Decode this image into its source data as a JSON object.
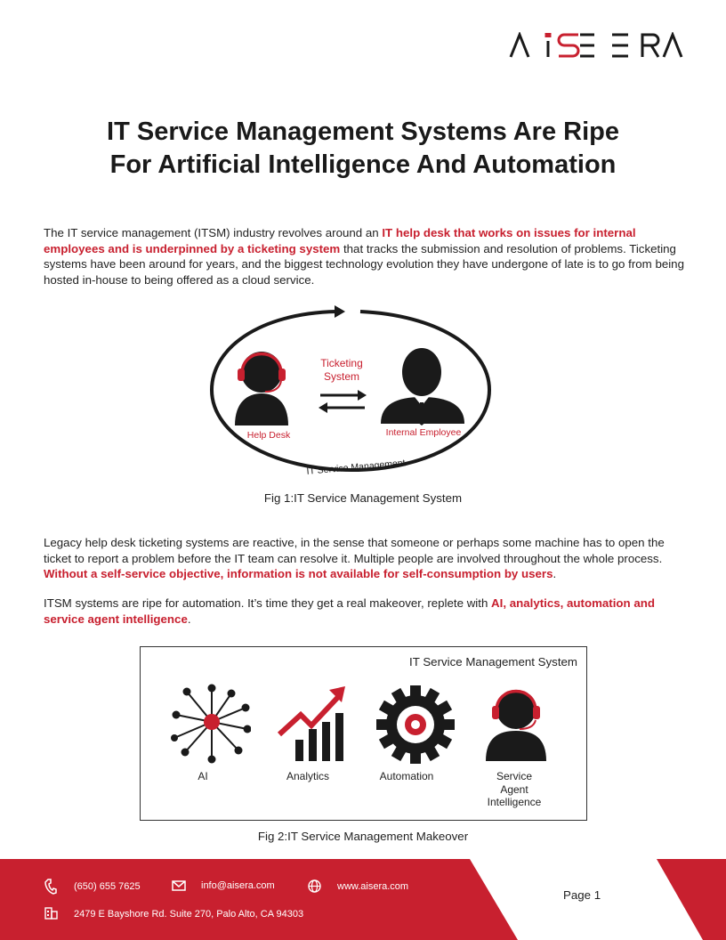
{
  "header": {
    "logo": "AiSERA"
  },
  "title": {
    "line1": "IT Service Management Systems Are Ripe",
    "line2": "For Artificial Intelligence And Automation"
  },
  "intro": {
    "t1": "The IT service management (ITSM) industry revolves around an ",
    "h1": "IT help desk that works on issues for internal employees and is underpinned by a ticketing system",
    "t2": " that tracks the submission and resolution of problems. Ticketing systems have been around for years, and the biggest technology evolution they have undergone of late is to go from being hosted in-house to being offered as a cloud service."
  },
  "fig1": {
    "ticketing_line1": "Ticketing",
    "ticketing_line2": "System",
    "help_desk": "Help Desk",
    "employee": "Internal Employee",
    "itsm": "IT Service Management",
    "caption": "Fig 1:IT Service Management System"
  },
  "para2": {
    "t1": "Legacy help desk ticketing systems are reactive, in the sense that someone or perhaps some machine has to open the ticket to report a problem before the IT team can resolve it. Multiple people are involved throughout the whole process. ",
    "h1": "Without a self-service objective, information is not available for self-consumption by users",
    "t2": "."
  },
  "para3": {
    "t1": "ITSM systems are ripe for automation. It’s time they get a real makeover, replete with ",
    "h1": "AI, analytics, automation and service agent intelligence",
    "t2": "."
  },
  "fig2": {
    "title": "IT Service Management System",
    "items": [
      {
        "label": "AI",
        "icon": "network-icon"
      },
      {
        "label": "Analytics",
        "icon": "bar-chart-icon"
      },
      {
        "label": "Automation",
        "icon": "gear-icon"
      },
      {
        "label_lines": [
          "Service",
          "Agent",
          "Intelligence"
        ],
        "icon": "agent-headset-icon"
      }
    ],
    "caption": "Fig 2:IT Service Management Makeover"
  },
  "footer": {
    "phone": "(650) 655 7625",
    "email": "info@aisera.com",
    "website": "www.aisera.com",
    "address": "2479 E Bayshore Rd. Suite 270, Palo Alto, CA 94303",
    "page": "Page 1"
  },
  "colors": {
    "accent": "#c8202f",
    "dark": "#1a1a1a"
  }
}
